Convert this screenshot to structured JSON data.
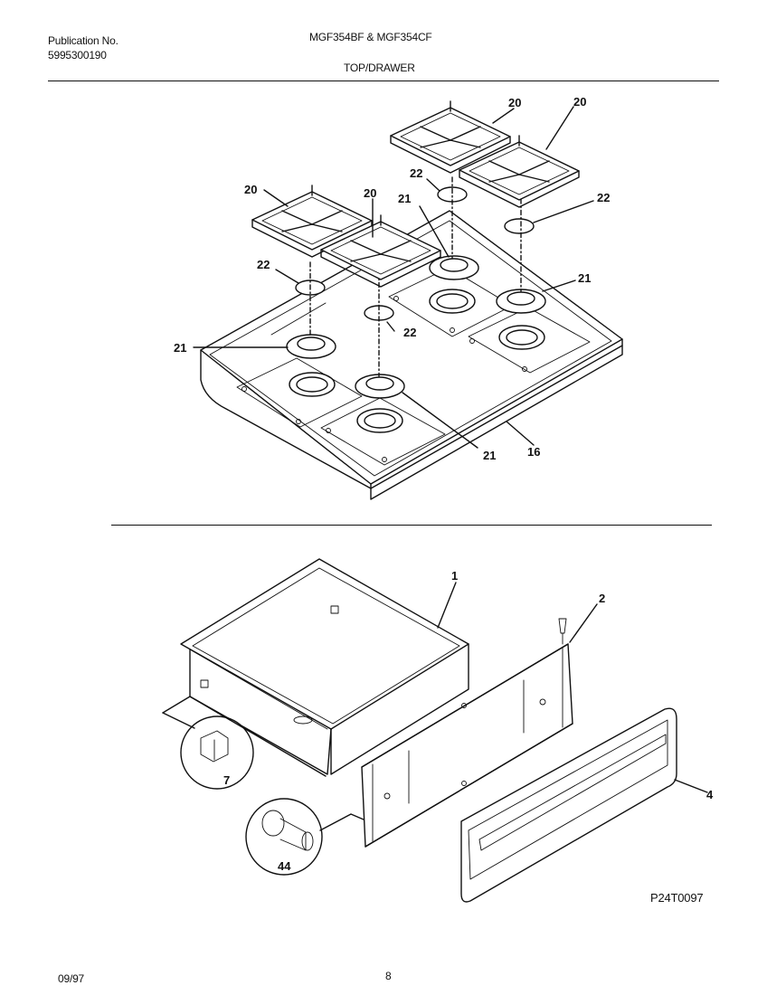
{
  "header": {
    "publication_label": "Publication No.",
    "publication_number": "5995300190",
    "models": "MGF354BF & MGF354CF",
    "section_title": "TOP/DRAWER"
  },
  "footer": {
    "date": "09/97",
    "page": "8"
  },
  "figure_code": "P24T0097",
  "callouts": {
    "grate_a": "20",
    "grate_b": "20",
    "grate_c": "20",
    "grate_d": "20",
    "cap_a": "22",
    "cap_b": "22",
    "cap_c": "22",
    "cap_d": "22",
    "head_a": "21",
    "head_b": "21",
    "head_c": "21",
    "head_d": "21",
    "top": "16",
    "drawer_body": "1",
    "drawer_panel": "2",
    "drawer_front": "4",
    "bracket": "7",
    "roller": "44"
  }
}
